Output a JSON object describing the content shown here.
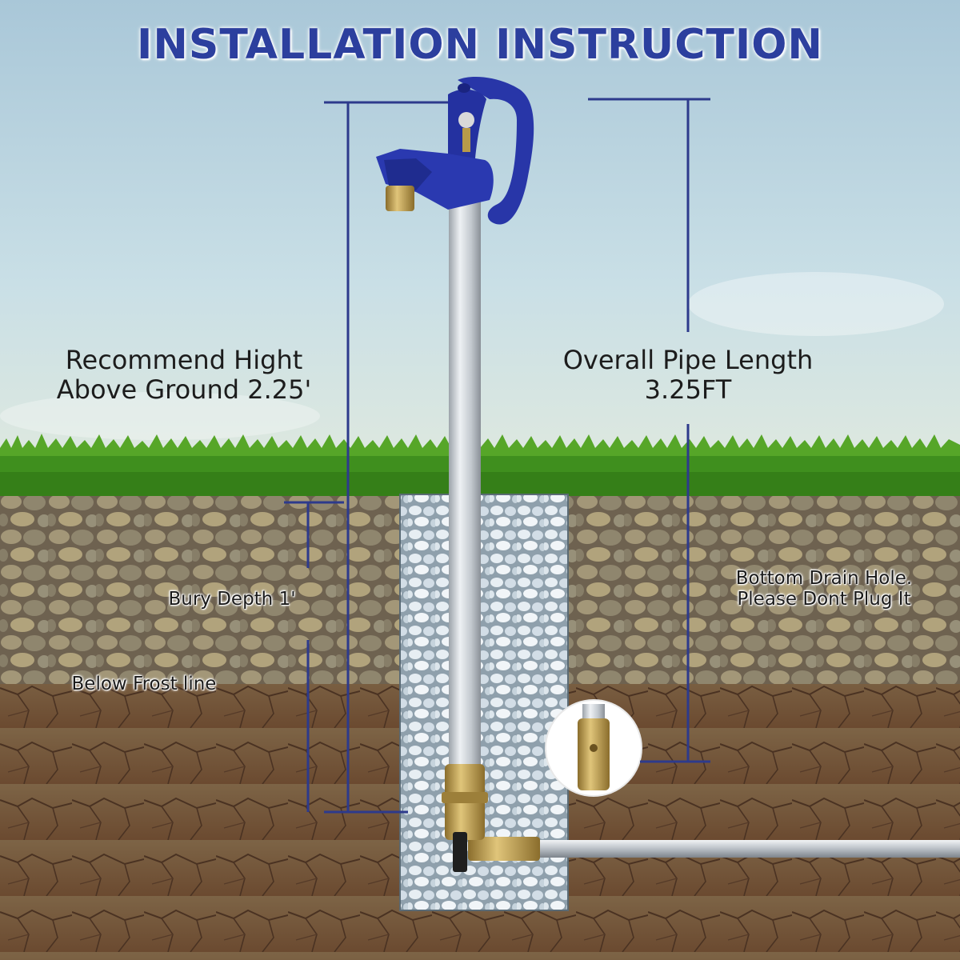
{
  "title": "INSTALLATION INSTRUCTION",
  "labels": {
    "recommend_line1": "Recommend Hight",
    "recommend_line2": "Above Ground 2.25'",
    "overall_line1": "Overall Pipe Length",
    "overall_line2": "3.25FT",
    "bury_depth": "Bury Depth 1'",
    "frost_line": "Below Frost line",
    "drain_line1": "Bottom Drain Hole.",
    "drain_line2": "Please Dont Plug It"
  },
  "colors": {
    "title": "#2c3f9e",
    "dimension_lines": "#2d3a8c",
    "hydrant_head": "#2836a8",
    "pipe": "#c9ced4",
    "brass": "#b89a4a",
    "sky_top": "#a9c7d8",
    "grass": "#3f8f1e",
    "soil": "#7a5a3e"
  },
  "icons": [
    "hydrant-head-icon",
    "drain-valve-detail-icon"
  ]
}
